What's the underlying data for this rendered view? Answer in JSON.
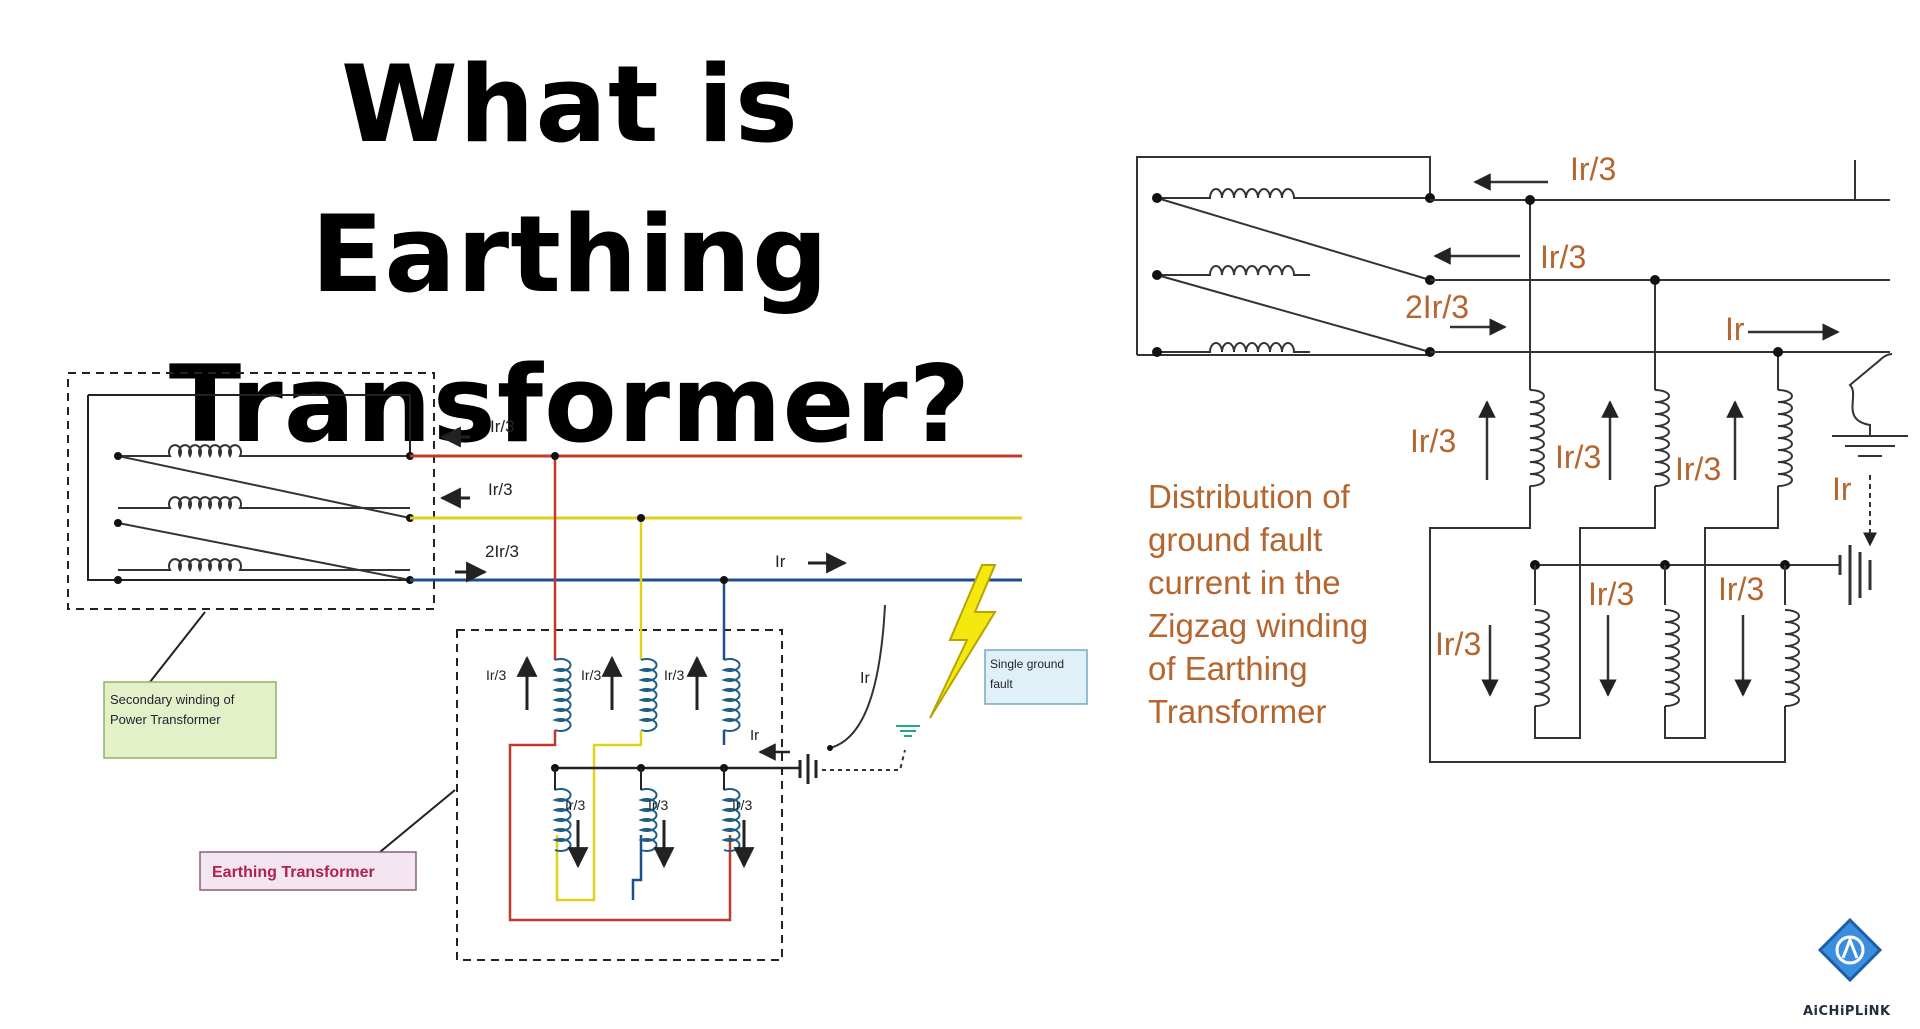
{
  "title": {
    "line1": "What is Earthing",
    "line2": "Transformer?"
  },
  "left_diagram": {
    "currents": {
      "top": "Ir/3",
      "middle": "Ir/3",
      "bottom": "2Ir/3",
      "fault": "Ir",
      "down_wire": "Ir"
    },
    "coil_up_labels": [
      "Ir/3",
      "Ir/3",
      "Ir/3"
    ],
    "coil_down_labels": [
      "Ir/3",
      "Ir/3",
      "Ir/3"
    ],
    "label_power_winding": "Secondary winding of Power Transformer",
    "label_earthing": "Earthing Transformer",
    "label_fault": "Single ground fault",
    "colors": {
      "red": "#c0392b",
      "yellow": "#e0d21a",
      "blue": "#1f4e8c"
    }
  },
  "right_diagram": {
    "currents": {
      "top": "Ir/3",
      "middle": "Ir/3",
      "bottom": "2Ir/3",
      "fault": "Ir",
      "down_wire": "Ir"
    },
    "coil_up_labels": [
      "Ir/3",
      "Ir/3",
      "Ir/3"
    ],
    "coil_down_labels": [
      "Ir/3",
      "Ir/3",
      "Ir/3"
    ],
    "caption": [
      "Distribution of",
      "ground fault",
      "current in the",
      "Zigzag winding",
      "of Earthing",
      "Transformer"
    ]
  },
  "brand": "AiCHiPLiNK"
}
